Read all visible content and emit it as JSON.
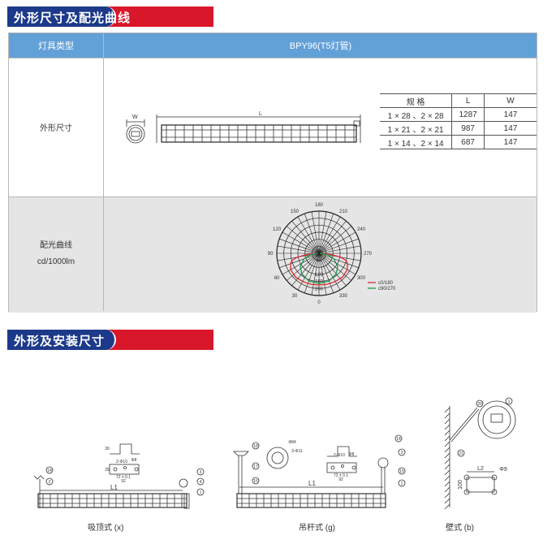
{
  "section1_title": "外形尺寸及配光曲线",
  "section2_title": "外形及安装尺寸",
  "table": {
    "header_col1": "灯具类型",
    "header_col2": "BPY96(T5灯管)",
    "row_dimensions_label": "外形尺寸",
    "row_light_label": "配光曲线",
    "row_light_unit": "cd/1000lm",
    "dim_labels": {
      "w": "W",
      "l": "L"
    },
    "spec": {
      "headers": [
        "规 格",
        "L",
        "W"
      ],
      "rows": [
        [
          "1 × 28 、2 × 28",
          "1287",
          "147"
        ],
        [
          "1 × 21 、2 × 21",
          "987",
          "147"
        ],
        [
          "1 × 14 、2 × 14",
          "687",
          "147"
        ]
      ]
    }
  },
  "chart_data": {
    "type": "polar",
    "angle_labels": [
      "0",
      "30",
      "60",
      "90",
      "120",
      "150",
      "180",
      "210",
      "240",
      "270",
      "300",
      "330"
    ],
    "radial_labels": [
      "40",
      "120",
      "160",
      "200"
    ],
    "rmax": 240,
    "legend_position": "bottom-right",
    "series": [
      {
        "name": "c0/180",
        "color": "#e0262e",
        "points": [
          [
            0,
            180
          ],
          [
            15,
            182
          ],
          [
            30,
            185
          ],
          [
            45,
            190
          ],
          [
            60,
            186
          ],
          [
            70,
            172
          ],
          [
            75,
            160
          ],
          [
            80,
            125
          ],
          [
            85,
            65
          ],
          [
            90,
            5
          ]
        ]
      },
      {
        "name": "c90/270",
        "color": "#1a9a4a",
        "points": [
          [
            0,
            172
          ],
          [
            20,
            168
          ],
          [
            40,
            152
          ],
          [
            55,
            130
          ],
          [
            70,
            90
          ],
          [
            80,
            50
          ],
          [
            90,
            5
          ]
        ]
      }
    ]
  },
  "installs": [
    {
      "caption": "吸顶式 (x)",
      "dims": {
        "l1": "L1",
        "hole": "2-Φ10",
        "d": "Φ8",
        "pitch": "72 ± 0.1",
        "w": "92",
        "h1": "30",
        "h2": "25"
      },
      "callouts": [
        "14",
        "2",
        "3",
        "4",
        "1"
      ]
    },
    {
      "caption": "吊杆式 (g)",
      "dims": {
        "l1": "L1",
        "hole": "2-Φ10",
        "d": "Φ8",
        "pitch": "72 ± 0.1",
        "w": "92",
        "flange": "Φ84",
        "fhole": "3-Φ11"
      },
      "callouts": [
        "18",
        "17",
        "16",
        "14",
        "3",
        "15",
        "1"
      ]
    },
    {
      "caption": "壁式 (b)",
      "dims": {
        "l2": "L2",
        "d": "Φ9",
        "h": "100"
      },
      "callouts": [
        "20",
        "1",
        "21"
      ]
    }
  ]
}
